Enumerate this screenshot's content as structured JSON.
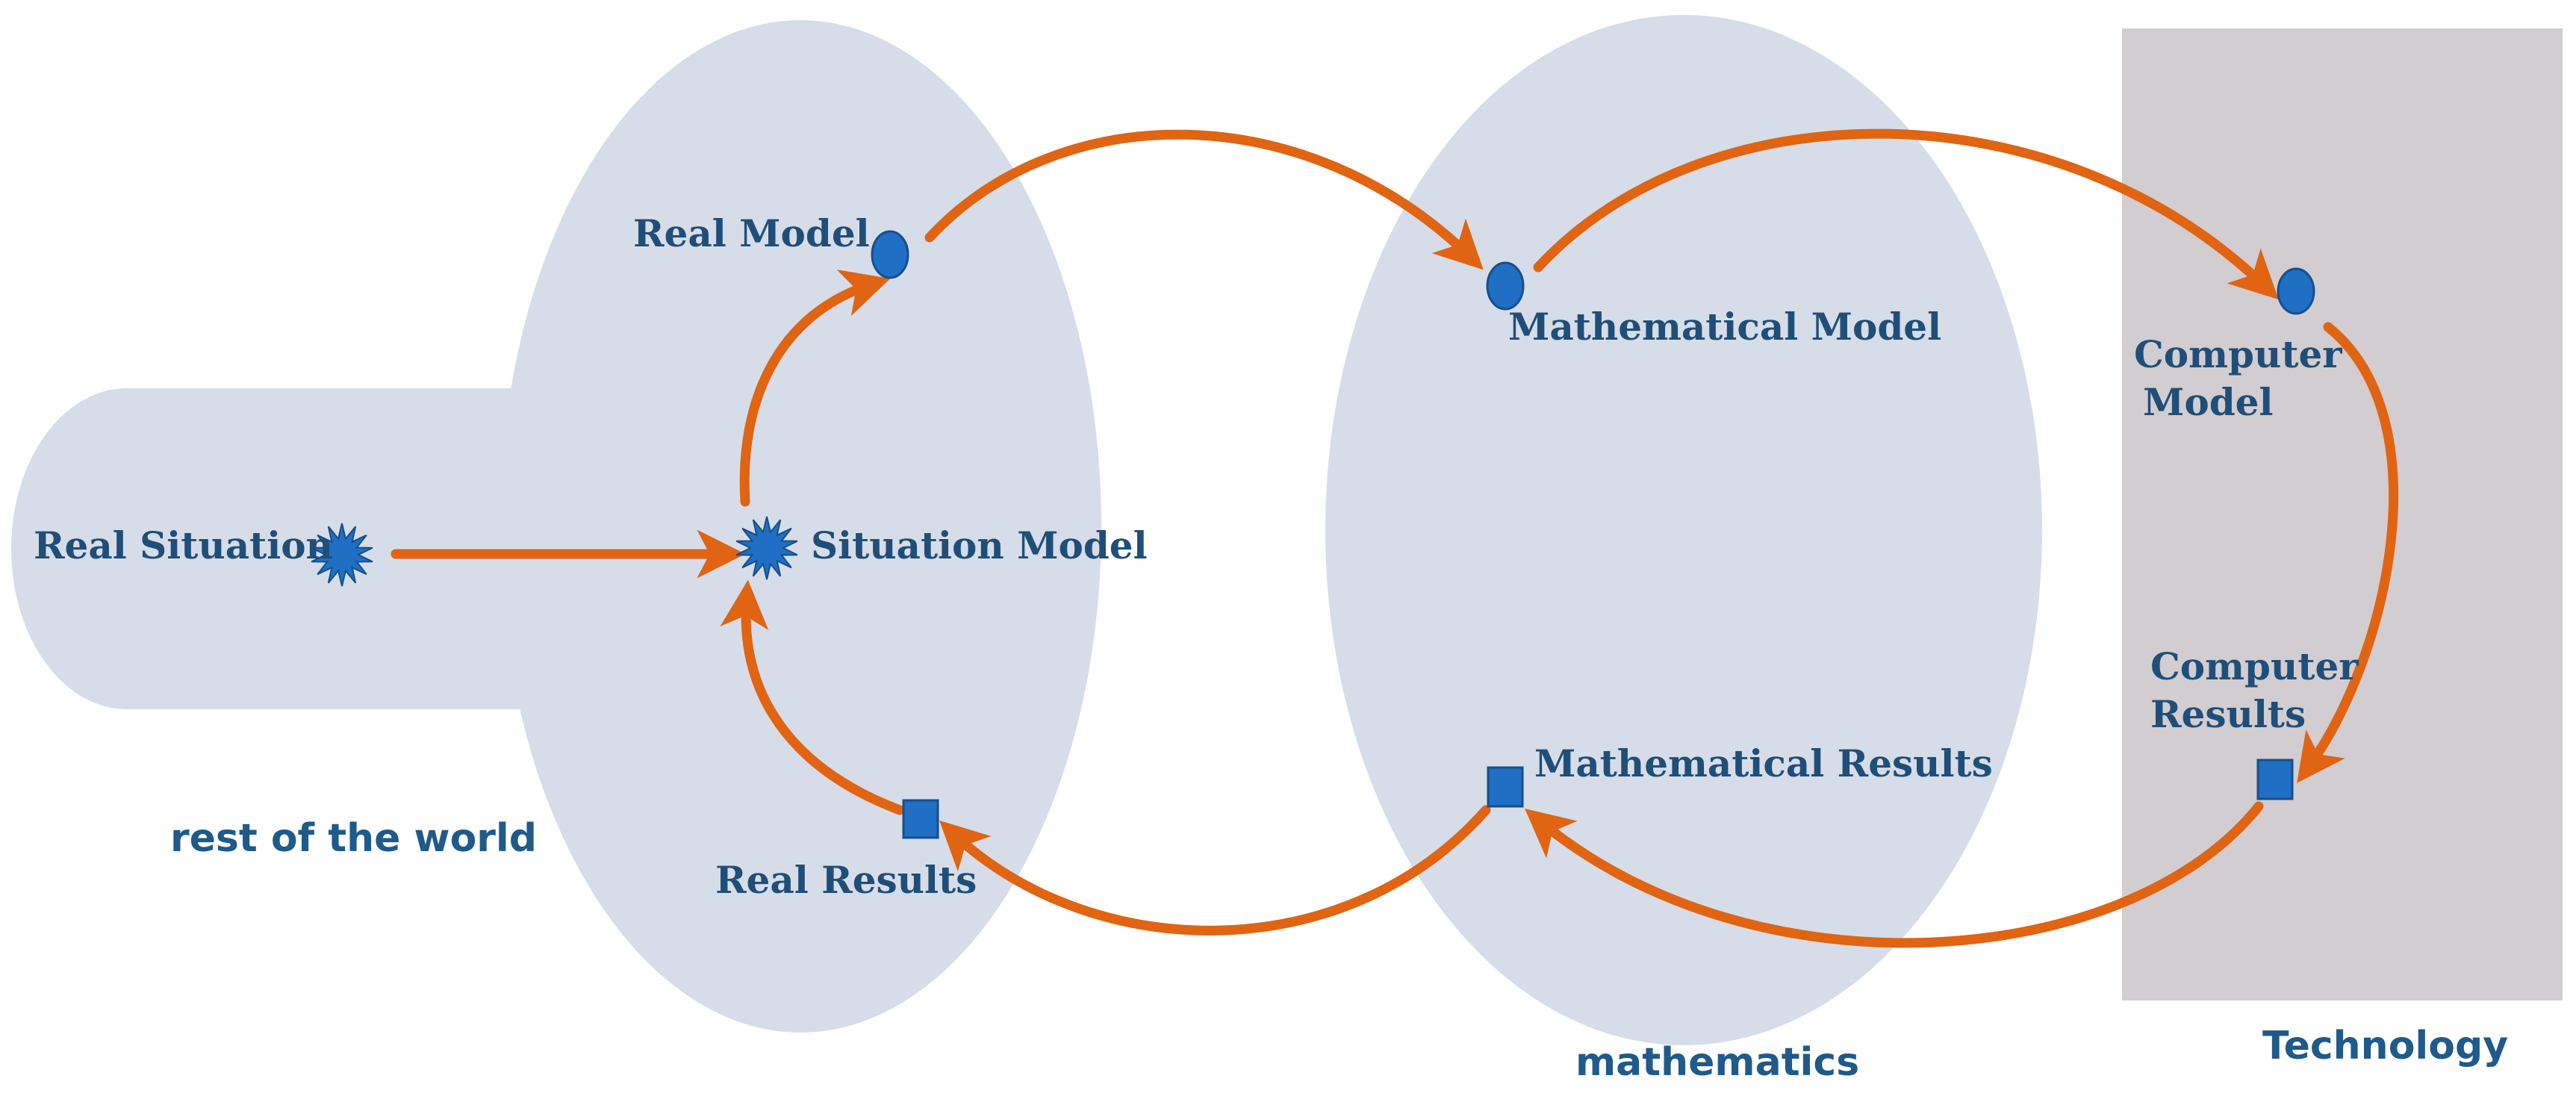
{
  "colors": {
    "region_fill": "#d6dde8",
    "tech_fill": "#d2cdd0",
    "arrow": "#e06412",
    "node_fill": "#1f6fc4",
    "node_stroke": "#174e8c",
    "label": "#1f4e79",
    "region_label": "#1f5a8a"
  },
  "regions": {
    "world_label": "rest of the world",
    "math_label": "mathematics",
    "tech_label": "Technology"
  },
  "nodes": {
    "real_situation": {
      "label": "Real Situation",
      "shape": "starburst"
    },
    "situation_model": {
      "label": "Situation Model",
      "shape": "starburst"
    },
    "real_model": {
      "label": "Real Model",
      "shape": "ellipse"
    },
    "real_results": {
      "label": "Real Results",
      "shape": "square"
    },
    "mathematical_model": {
      "label": "Mathematical Model",
      "shape": "ellipse"
    },
    "mathematical_results": {
      "label": "Mathematical Results",
      "shape": "square"
    },
    "computer_model": {
      "label_line1": "Computer",
      "label_line2": "Model",
      "shape": "ellipse"
    },
    "computer_results": {
      "label_line1": "Computer",
      "label_line2": "Results",
      "shape": "square"
    }
  },
  "edges": [
    {
      "from": "real_situation",
      "to": "situation_model"
    },
    {
      "from": "situation_model",
      "to": "real_model"
    },
    {
      "from": "real_model",
      "to": "mathematical_model"
    },
    {
      "from": "mathematical_model",
      "to": "computer_model"
    },
    {
      "from": "computer_model",
      "to": "computer_results"
    },
    {
      "from": "computer_results",
      "to": "mathematical_results"
    },
    {
      "from": "mathematical_results",
      "to": "real_results"
    },
    {
      "from": "real_results",
      "to": "situation_model"
    }
  ]
}
